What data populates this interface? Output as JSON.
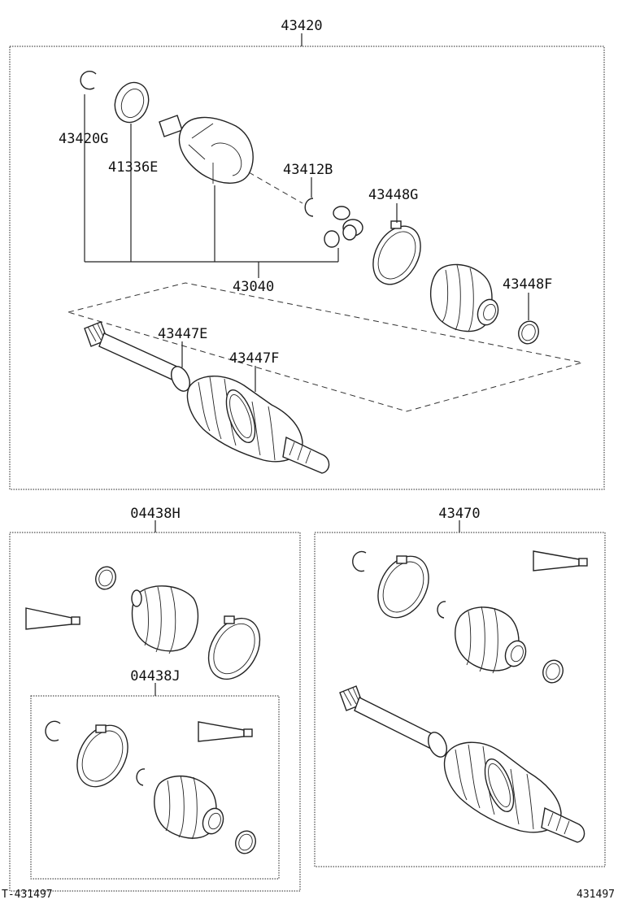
{
  "diagram": {
    "labels": {
      "assy_top": "43420",
      "snap_ring": "43420G",
      "dust_seal": "41336E",
      "snap_ring_inner": "43412B",
      "boot_clamp_large": "43448G",
      "inboard_joint": "43040",
      "boot_clamp_small": "43448F",
      "clamp_e": "43447E",
      "clamp_f": "43447F",
      "boot_kit_outer": "04438H",
      "boot_kit_inner": "04438J",
      "assy_bottom": "43470"
    },
    "footer": {
      "left_code": "T-431497",
      "right_code": "431497"
    },
    "colors": {
      "line": "#222222",
      "background": "#ffffff"
    }
  }
}
